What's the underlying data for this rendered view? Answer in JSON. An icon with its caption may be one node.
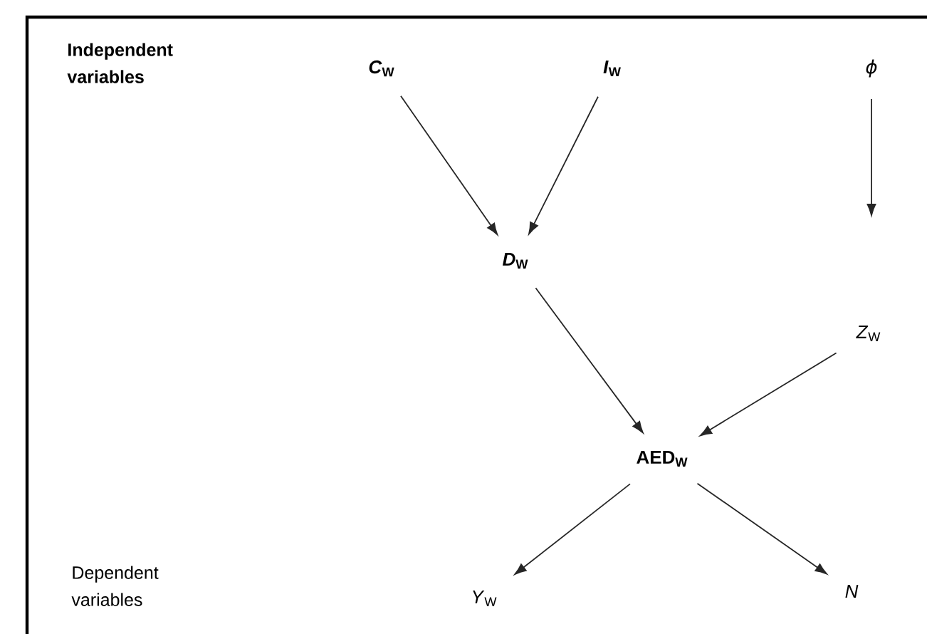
{
  "diagram": {
    "nodes": [
      {
        "text": [
          "*C*$_{W}$"
        ]
      },
      {
        "text": [
          "*I*$_{W}$"
        ]
      },
      {
        "text": [
          "*ϕ*"
        ]
      },
      {
        "text": [
          "*D*$_{W}$"
        ]
      },
      {
        "text": [
          "*Z*$_{W}$"
        ]
      },
      {
        "text": [
          "AED$_{W}$"
        ]
      },
      {
        "text": [
          "*Y*$_{W}$"
        ]
      },
      {
        "text": [
          "*N*"
        ]
      }
    ],
    "edges": [
      {
        "from": 0,
        "to": 3,
        "arrow": "to"
      },
      {
        "from": 1,
        "to": 3,
        "arrow": "to"
      },
      {
        "from": 2,
        "to": null,
        "arrow": "to"
      },
      {
        "from": 3,
        "to": 5,
        "arrow": "to"
      },
      {
        "from": 4,
        "to": 5,
        "arrow": "to"
      },
      {
        "from": 5,
        "to": 6,
        "arrow": "to"
      },
      {
        "from": 5,
        "to": 7,
        "arrow": "to"
      }
    ],
    "labels": [
      "Independent variables",
      "Dependent variables"
    ]
  }
}
